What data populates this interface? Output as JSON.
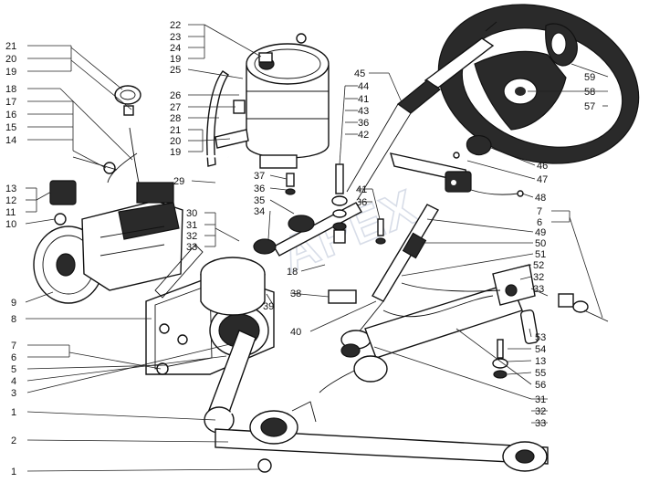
{
  "watermark": "APEX",
  "labels": [
    {
      "id": "l22a",
      "text": "22"
    },
    {
      "id": "l23a",
      "text": "23"
    },
    {
      "id": "l24a",
      "text": "24"
    },
    {
      "id": "l19a",
      "text": "19"
    },
    {
      "id": "l25",
      "text": "25"
    },
    {
      "id": "l26",
      "text": "26"
    },
    {
      "id": "l27",
      "text": "27"
    },
    {
      "id": "l28",
      "text": "28"
    },
    {
      "id": "l21b",
      "text": "21"
    },
    {
      "id": "l20b",
      "text": "20"
    },
    {
      "id": "l19b",
      "text": "19"
    },
    {
      "id": "l21",
      "text": "21"
    },
    {
      "id": "l20",
      "text": "20"
    },
    {
      "id": "l19",
      "text": "19"
    },
    {
      "id": "l18",
      "text": "18"
    },
    {
      "id": "l17",
      "text": "17"
    },
    {
      "id": "l16",
      "text": "16"
    },
    {
      "id": "l15",
      "text": "15"
    },
    {
      "id": "l14",
      "text": "14"
    },
    {
      "id": "l13",
      "text": "13"
    },
    {
      "id": "l12",
      "text": "12"
    },
    {
      "id": "l11",
      "text": "11"
    },
    {
      "id": "l10",
      "text": "10"
    },
    {
      "id": "l9",
      "text": "9"
    },
    {
      "id": "l8",
      "text": "8"
    },
    {
      "id": "l7",
      "text": "7"
    },
    {
      "id": "l6",
      "text": "6"
    },
    {
      "id": "l5",
      "text": "5"
    },
    {
      "id": "l4",
      "text": "4"
    },
    {
      "id": "l3",
      "text": "3"
    },
    {
      "id": "l1a",
      "text": "1"
    },
    {
      "id": "l2",
      "text": "2"
    },
    {
      "id": "l1b",
      "text": "1"
    },
    {
      "id": "l29",
      "text": "29"
    },
    {
      "id": "l30",
      "text": "30"
    },
    {
      "id": "l31",
      "text": "31"
    },
    {
      "id": "l32",
      "text": "32"
    },
    {
      "id": "l33",
      "text": "33"
    },
    {
      "id": "l37",
      "text": "37"
    },
    {
      "id": "l36",
      "text": "36"
    },
    {
      "id": "l35",
      "text": "35"
    },
    {
      "id": "l34",
      "text": "34"
    },
    {
      "id": "l45",
      "text": "45"
    },
    {
      "id": "l44",
      "text": "44"
    },
    {
      "id": "l41",
      "text": "41"
    },
    {
      "id": "l43",
      "text": "43"
    },
    {
      "id": "l36b",
      "text": "36"
    },
    {
      "id": "l42",
      "text": "42"
    },
    {
      "id": "l41b",
      "text": "41"
    },
    {
      "id": "l36c",
      "text": "36"
    },
    {
      "id": "l18b",
      "text": "18"
    },
    {
      "id": "l38",
      "text": "38"
    },
    {
      "id": "l39",
      "text": "39"
    },
    {
      "id": "l40",
      "text": "40"
    },
    {
      "id": "l59",
      "text": "59"
    },
    {
      "id": "l58",
      "text": "58"
    },
    {
      "id": "l57",
      "text": "57"
    },
    {
      "id": "l46",
      "text": "46"
    },
    {
      "id": "l47",
      "text": "47"
    },
    {
      "id": "l48",
      "text": "48"
    },
    {
      "id": "l7b",
      "text": "7"
    },
    {
      "id": "l6b",
      "text": "6"
    },
    {
      "id": "l49",
      "text": "49"
    },
    {
      "id": "l50",
      "text": "50"
    },
    {
      "id": "l51",
      "text": "51"
    },
    {
      "id": "l52",
      "text": "52"
    },
    {
      "id": "l32b",
      "text": "32"
    },
    {
      "id": "l33b",
      "text": "33"
    },
    {
      "id": "l53",
      "text": "53"
    },
    {
      "id": "l54",
      "text": "54"
    },
    {
      "id": "l13b",
      "text": "13"
    },
    {
      "id": "l55",
      "text": "55"
    },
    {
      "id": "l56",
      "text": "56"
    },
    {
      "id": "l31c",
      "text": "31"
    },
    {
      "id": "l32c",
      "text": "32"
    },
    {
      "id": "l33c",
      "text": "33"
    }
  ]
}
